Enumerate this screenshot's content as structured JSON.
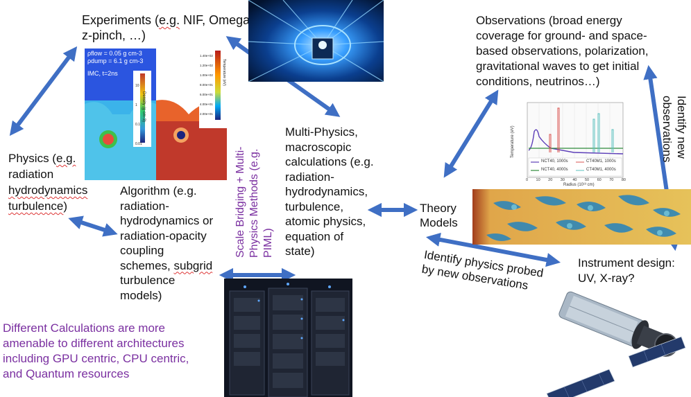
{
  "labels": {
    "experiments_prefix": "Experiments (",
    "experiments_eg": "e.g.",
    "experiments_suffix": " NIF, Omega,",
    "experiments_line2": "z-pinch, …)",
    "physics_line1": "Physics (",
    "physics_eg": "e.g.",
    "physics_line2": "radiation",
    "physics_line3": "hydrodynamics",
    "physics_line4": "turbulence",
    "physics_end": ")",
    "algorithm": "Algorithm (e.g.\nradiation-\nhydrodynamics or\nradiation-opacity\ncoupling\nschemes,",
    "algorithm_subgrid": "subgrid",
    "algorithm_tail": "turbulence\nmodels)",
    "multiphysics": "Multi-Physics,\nmacroscopic\ncalculations (e.g.\nradiation-\nhydrodynamics,\nturbulence,\natomic physics,\nequation of\nstate)",
    "theory": "Theory\nModels",
    "observations": "Observations (broad energy\ncoverage for ground- and space-\nbased observations, polarization,\ngravitational waves to get initial\nconditions, neutrinos…)",
    "identify_new_obs": "Identify new\nobservations",
    "identify_physics": "Identify physics probed\nby new observations",
    "instrument": "Instrument design:\nUV, X-ray?",
    "scale_bridging": "Scale Bridging + Multi-\nPhysics Methods (e.g.\nPIML)",
    "architectures": "Different Calculations are more\namenable to different architectures\nincluding GPU centric, CPU centric,\nand Quantum resources"
  },
  "sim_panel": {
    "rho_flow": "ρflow = 0.05 g cm-3",
    "rho_dump": "ρdump = 6.1 g cm-3",
    "imc": "IMC, t=2ns",
    "density_axis": "Density (g cm-3)",
    "temp_axis": "Temperature (eV)",
    "density_ticks": [
      "10",
      "1",
      "0.1",
      "0.01"
    ],
    "temp_ticks": [
      "1.40e+02",
      "1.20e+02",
      "1.00e+02",
      "8.00e+01",
      "6.00e+01",
      "4.00e+01",
      "2.00e+01"
    ]
  },
  "plot_panel": {
    "ylabel": "Temperature (eV)",
    "xlabel": "Radius (10¹³ cm)",
    "xticks": [
      "0",
      "10",
      "20",
      "30",
      "40",
      "50",
      "60",
      "70",
      "80"
    ],
    "legend": [
      "NCT40, 1000s",
      "NCT40, 4000s",
      "CT40M1, 1000s",
      "CT40M1, 4000s"
    ]
  },
  "colors": {
    "arrow": "#3f6fc4",
    "purple": "#7a2fa0"
  }
}
